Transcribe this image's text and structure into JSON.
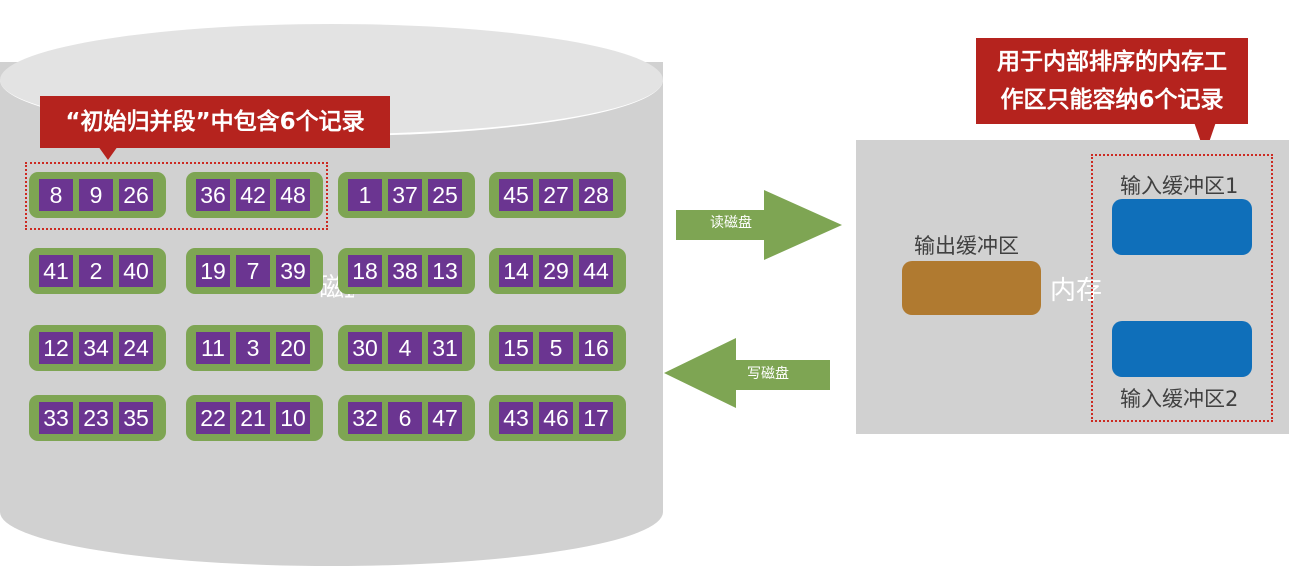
{
  "disk": {
    "label": "磁盘",
    "groups": [
      {
        "records": [
          "8",
          "9",
          "26"
        ]
      },
      {
        "records": [
          "36",
          "42",
          "48"
        ]
      },
      {
        "records": [
          "1",
          "37",
          "25"
        ]
      },
      {
        "records": [
          "45",
          "27",
          "28"
        ]
      },
      {
        "records": [
          "41",
          "2",
          "40"
        ]
      },
      {
        "records": [
          "19",
          "7",
          "39"
        ]
      },
      {
        "records": [
          "18",
          "38",
          "13"
        ]
      },
      {
        "records": [
          "14",
          "29",
          "44"
        ]
      },
      {
        "records": [
          "12",
          "34",
          "24"
        ]
      },
      {
        "records": [
          "11",
          "3",
          "20"
        ]
      },
      {
        "records": [
          "30",
          "4",
          "31"
        ]
      },
      {
        "records": [
          "15",
          "5",
          "16"
        ]
      },
      {
        "records": [
          "33",
          "23",
          "35"
        ]
      },
      {
        "records": [
          "22",
          "21",
          "10"
        ]
      },
      {
        "records": [
          "32",
          "6",
          "47"
        ]
      },
      {
        "records": [
          "43",
          "46",
          "17"
        ]
      }
    ]
  },
  "callouts": {
    "initial_run": "“初始归并段”中包含6个记录",
    "work_area_line1": "用于内部排序的内存工",
    "work_area_line2": "作区只能容纳6个记录"
  },
  "arrows": {
    "read": "读磁盘",
    "write": "写磁盘"
  },
  "memory": {
    "label": "内存",
    "output_buffer": "输出缓冲区",
    "input_buffer_1": "输入缓冲区1",
    "input_buffer_2": "输入缓冲区2"
  },
  "colors": {
    "callout": "#b5231e",
    "group": "#7ea553",
    "record": "#6b3591",
    "arrow": "#7ea553",
    "output_buffer": "#b07a30",
    "input_buffer": "#0f6fba",
    "panel": "#d1d1d1"
  }
}
